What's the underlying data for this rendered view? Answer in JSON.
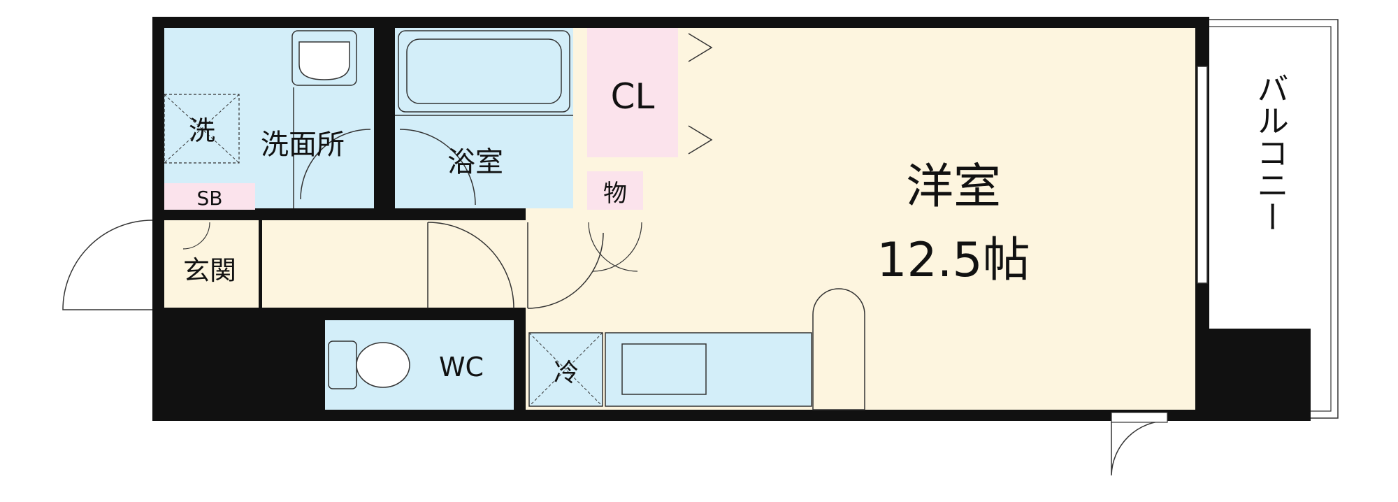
{
  "colors": {
    "wall": "#111111",
    "room_western": "#fdf5df",
    "wet_area": "#d3eef9",
    "closet": "#fbe3ec",
    "background": "#ffffff"
  },
  "rooms": {
    "western_name": "洋室",
    "western_size": "12.5帖",
    "bath": "浴室",
    "washroom": "洗面所",
    "washer": "洗",
    "shoe_box": "SB",
    "entrance": "玄関",
    "toilet": "WC",
    "closet": "CL",
    "storage": "物",
    "fridge": "冷",
    "balcony": "バルコニー"
  }
}
